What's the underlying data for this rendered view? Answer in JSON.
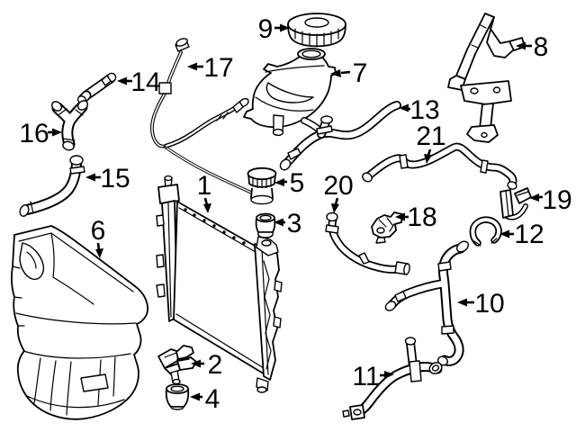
{
  "diagram": {
    "type": "exploded-parts-line-drawing",
    "subject": "engine-cooling-radiator-and-hoses",
    "colors": {
      "background": "#ffffff",
      "line": "#000000",
      "label": "#000000"
    }
  },
  "callouts": [
    {
      "number": "1",
      "part": "radiator"
    },
    {
      "number": "2",
      "part": "radiator-lower-bracket"
    },
    {
      "number": "3",
      "part": "mount-grommet"
    },
    {
      "number": "4",
      "part": "rubber-insulator-mount"
    },
    {
      "number": "5",
      "part": "ribbed-plug-cap"
    },
    {
      "number": "6",
      "part": "air-baffle-shroud"
    },
    {
      "number": "7",
      "part": "coolant-expansion-tank"
    },
    {
      "number": "8",
      "part": "mounting-bracket"
    },
    {
      "number": "9",
      "part": "reservoir-pressure-cap"
    },
    {
      "number": "10",
      "part": "lower-radiator-hose"
    },
    {
      "number": "11",
      "part": "radiator-hose"
    },
    {
      "number": "12",
      "part": "hose-clamp"
    },
    {
      "number": "13",
      "part": "overflow-hose"
    },
    {
      "number": "14",
      "part": "connector-hose"
    },
    {
      "number": "15",
      "part": "elbow-hose"
    },
    {
      "number": "16",
      "part": "y-connector-hose"
    },
    {
      "number": "17",
      "part": "vent-line"
    },
    {
      "number": "18",
      "part": "hose-bracket"
    },
    {
      "number": "19",
      "part": "retaining-clip"
    },
    {
      "number": "20",
      "part": "bleed-hose"
    },
    {
      "number": "21",
      "part": "heater-hose"
    }
  ]
}
